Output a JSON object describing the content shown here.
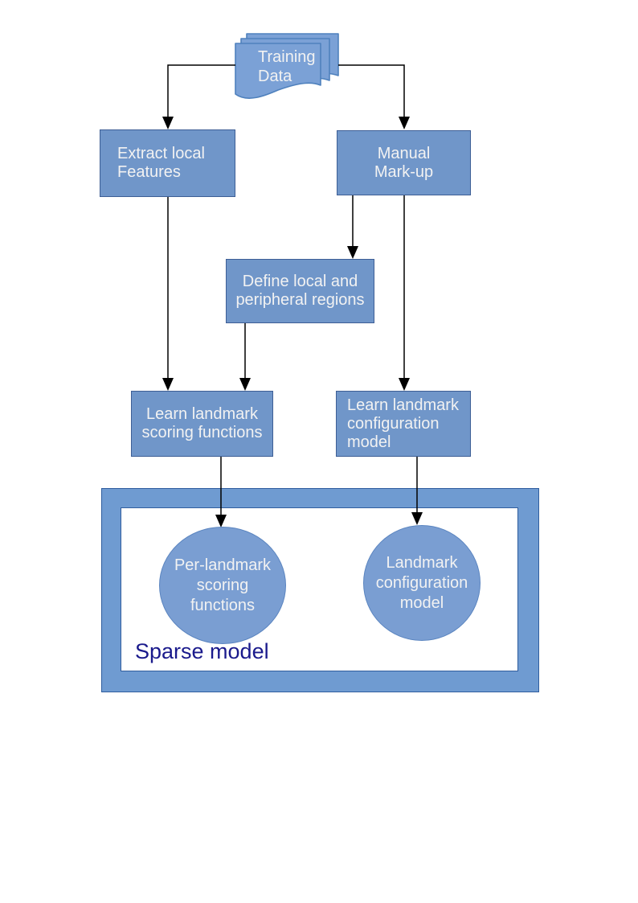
{
  "diagram": {
    "nodes": {
      "training_data": {
        "label": "Training\nData",
        "shape": "multi-document"
      },
      "extract_features": {
        "label": "Extract local\nFeatures",
        "shape": "rectangle"
      },
      "manual_markup": {
        "label": "Manual\nMark-up",
        "shape": "rectangle"
      },
      "define_regions": {
        "label": "Define local and\nperipheral regions",
        "shape": "rectangle"
      },
      "learn_scoring": {
        "label": "Learn landmark\nscoring functions",
        "shape": "rectangle"
      },
      "learn_config": {
        "label": "Learn landmark\nconfiguration\nmodel",
        "shape": "rectangle"
      },
      "per_landmark_scoring": {
        "label": "Per-landmark\nscoring\nfunctions",
        "shape": "circle"
      },
      "landmark_config": {
        "label": "Landmark\nconfiguration\nmodel",
        "shape": "circle"
      }
    },
    "container": {
      "label": "Sparse model"
    },
    "edges": [
      {
        "from": "training_data",
        "to": "extract_features"
      },
      {
        "from": "training_data",
        "to": "manual_markup"
      },
      {
        "from": "extract_features",
        "to": "learn_scoring"
      },
      {
        "from": "manual_markup",
        "to": "define_regions"
      },
      {
        "from": "manual_markup",
        "to": "learn_config"
      },
      {
        "from": "define_regions",
        "to": "learn_scoring"
      },
      {
        "from": "learn_scoring",
        "to": "per_landmark_scoring"
      },
      {
        "from": "learn_config",
        "to": "landmark_config"
      }
    ],
    "colors": {
      "shape_fill": "#7096C9",
      "shape_border": "#3D5E95",
      "document_fill": "#7BA1D6",
      "document_border": "#4F81BD",
      "circle_fill": "#7A9ED2",
      "circle_border": "#5B85C0",
      "frame_fill": "#6F9BD1",
      "frame_border": "#2F5D9E",
      "shape_text": "#F2F2F2",
      "sparse_label_text": "#1A1A8C",
      "arrow": "#000000"
    }
  }
}
